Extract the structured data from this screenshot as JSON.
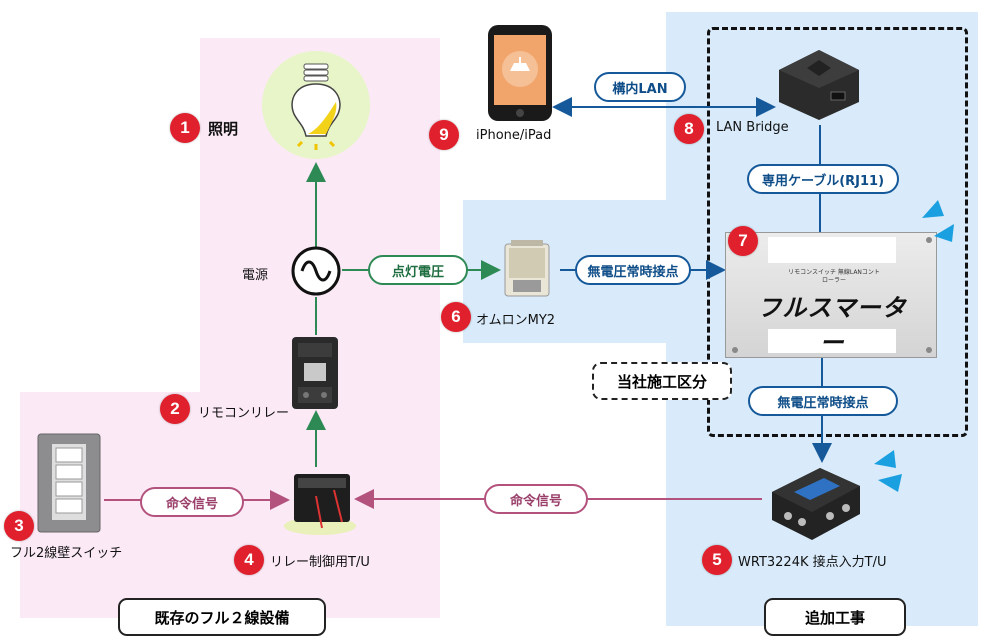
{
  "diagram": {
    "badges": [
      "1",
      "2",
      "3",
      "4",
      "5",
      "6",
      "7",
      "8",
      "9"
    ],
    "labels": {
      "lighting": "照明",
      "power": "電源",
      "remocon_relay": "リモコンリレー",
      "wall_switch": "フル2線壁スイッチ",
      "relay_tu": "リレー制御用T/U",
      "wrt": "WRT3224K 接点入力T/U",
      "omron": "オムロンMY2",
      "iphone": "iPhone/iPad",
      "lan_bridge": "LAN Bridge"
    },
    "pills": {
      "lighting_voltage": "点灯電圧",
      "dry_contact_1": "無電圧常時接点",
      "dry_contact_2": "無電圧常時接点",
      "command_1": "命令信号",
      "command_2": "命令信号",
      "internal_lan": "構内LAN",
      "dedicated_cable": "専用ケーブル(RJ11)"
    },
    "sections": {
      "existing": "既存のフル２線設備",
      "additional": "追加工事",
      "our_scope": "当社施工区分"
    },
    "controller_logo": "フルスマーター",
    "controller_small_text": "リモコンスイッチ 無線LANコントローラー",
    "colors": {
      "pink_zone": "#fbeaf6",
      "blue_zone": "#d9ebfa",
      "green_arrow": "#2e8a55",
      "blue_arrow": "#15599a",
      "pink_arrow": "#b4527e",
      "badge_red": "#e0202c"
    }
  }
}
